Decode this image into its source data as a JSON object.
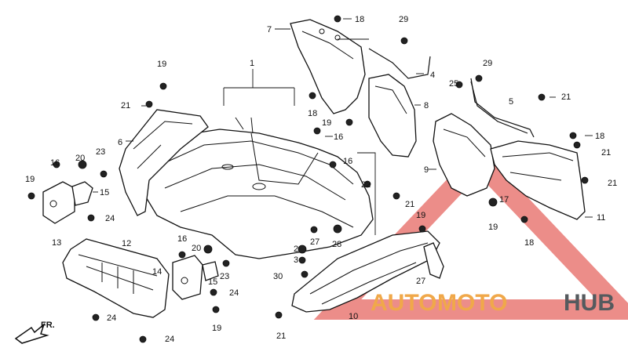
{
  "diagram": {
    "part_numbers": {
      "p1": "1",
      "p2": "2",
      "p3": "3",
      "p4": "4",
      "p5": "5",
      "p6": "6",
      "p7": "7",
      "p8": "8",
      "p9": "9",
      "p10": "10",
      "p11": "11",
      "p12": "12",
      "p13": "13",
      "p14": "14",
      "p15": "15",
      "p16a": "16",
      "p16b": "16",
      "p16c": "16",
      "p16d": "16",
      "p17": "17",
      "p18a": "18",
      "p18b": "18",
      "p18c": "18",
      "p18d": "18",
      "p19a": "19",
      "p19b": "19",
      "p19c": "19",
      "p19d": "19",
      "p19e": "19",
      "p19f": "19",
      "p20a": "20",
      "p20b": "20",
      "p21a": "21",
      "p21b": "21",
      "p21c": "21",
      "p21d": "21",
      "p21e": "21",
      "p21f": "21",
      "p22": "22",
      "p23a": "23",
      "p23b": "23",
      "p24a": "24",
      "p24b": "24",
      "p24c": "24",
      "p24d": "24",
      "p25": "25",
      "p27a": "27",
      "p27b": "27",
      "p28": "28",
      "p29a": "29",
      "p29b": "29",
      "p30": "30"
    },
    "front_arrow_label": "FR.",
    "watermark": {
      "text_auto": "AUTO",
      "text_moto": "MOTO",
      "text_hub": "HUB",
      "color_red": "#e0413a",
      "color_gold": "#f0a84a",
      "color_gray": "#555a5e"
    }
  }
}
